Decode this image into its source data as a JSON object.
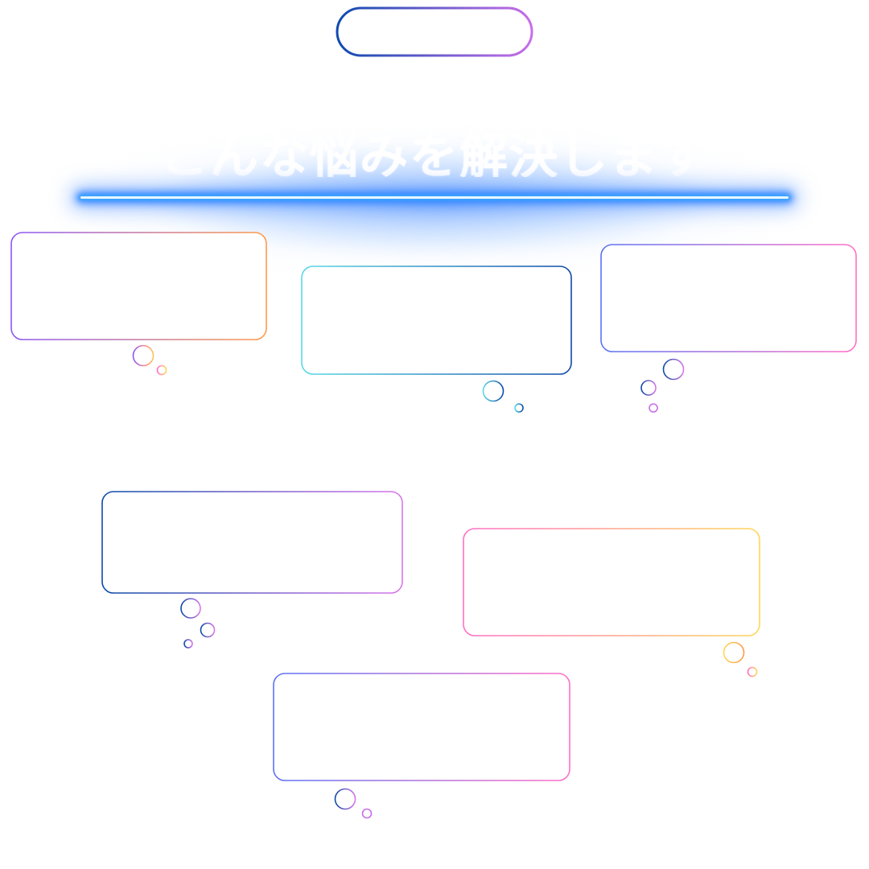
{
  "header": {
    "badge_label": "",
    "title": "こんな悩みを解決します"
  },
  "colors": {
    "badge_gradient": [
      "#0f4bb0",
      "#c86ee8"
    ],
    "title_glow": "#2a7fff",
    "neon_line_core": "#e9f7ff"
  },
  "bubbles": [
    {
      "id": "worry-1",
      "text": "",
      "gradient": [
        "#8a55f7",
        "#ff9a4a"
      ]
    },
    {
      "id": "worry-2",
      "text": "",
      "gradient": [
        "#5ad8e6",
        "#0b4aa8"
      ]
    },
    {
      "id": "worry-3",
      "text": "",
      "gradient": [
        "#5b73f4",
        "#ff6fc6"
      ]
    },
    {
      "id": "worry-4",
      "text": "",
      "gradient": [
        "#0b4aa8",
        "#d977ea"
      ]
    },
    {
      "id": "worry-5",
      "text": "",
      "gradient": [
        "#ff6fc6",
        "#ffd65a"
      ]
    },
    {
      "id": "worry-6",
      "text": "",
      "gradient": [
        "#5b73f4",
        "#ff6fc6"
      ]
    }
  ]
}
